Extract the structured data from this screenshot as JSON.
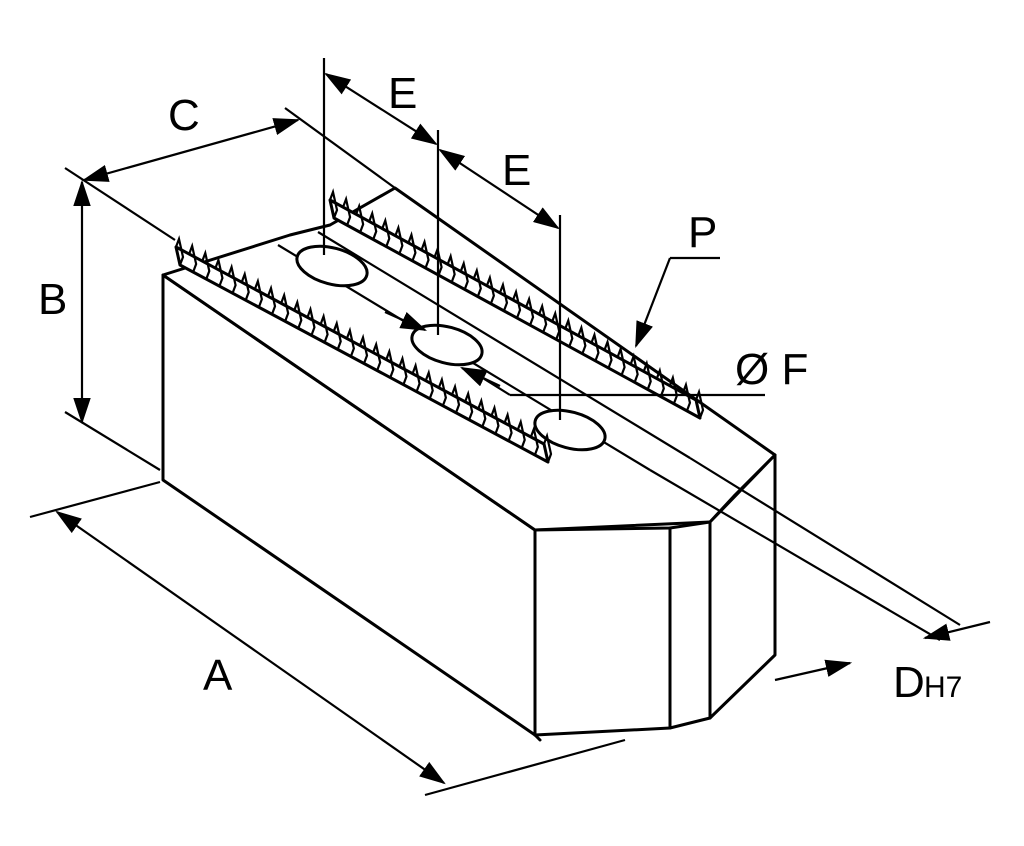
{
  "labels": {
    "a": "A",
    "b": "B",
    "c": "C",
    "d": "D",
    "d_tol": "H7",
    "e1": "E",
    "e2": "E",
    "f": "Ø F",
    "p": "P"
  },
  "colors": {
    "ink": "#000000",
    "paper": "#ffffff"
  }
}
